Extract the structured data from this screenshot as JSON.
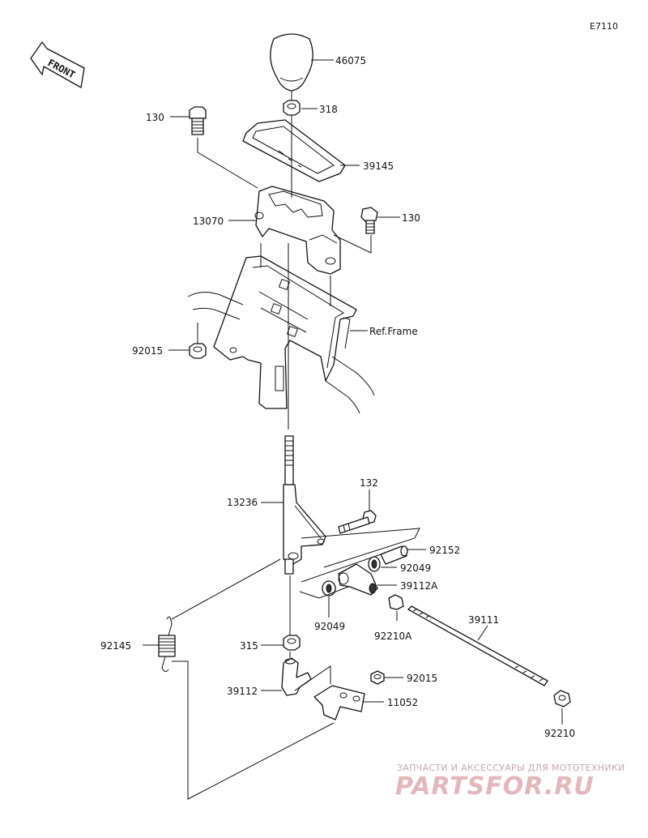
{
  "diagram_code": "E7110",
  "front_label": "FRONT",
  "ref_frame_label": "Ref.Frame",
  "parts": [
    {
      "id": "p46075",
      "number": "46075"
    },
    {
      "id": "p318",
      "number": "318"
    },
    {
      "id": "p130a",
      "number": "130"
    },
    {
      "id": "p39145",
      "number": "39145"
    },
    {
      "id": "p130b",
      "number": "130"
    },
    {
      "id": "p13070",
      "number": "13070"
    },
    {
      "id": "p92015a",
      "number": "92015"
    },
    {
      "id": "p132",
      "number": "132"
    },
    {
      "id": "p13236",
      "number": "13236"
    },
    {
      "id": "p92152",
      "number": "92152"
    },
    {
      "id": "p92049a",
      "number": "92049"
    },
    {
      "id": "p39112A",
      "number": "39112A"
    },
    {
      "id": "p92049b",
      "number": "92049"
    },
    {
      "id": "p92210A",
      "number": "92210A"
    },
    {
      "id": "p39111",
      "number": "39111"
    },
    {
      "id": "p92145",
      "number": "92145"
    },
    {
      "id": "p315",
      "number": "315"
    },
    {
      "id": "p92015b",
      "number": "92015"
    },
    {
      "id": "p39112",
      "number": "39112"
    },
    {
      "id": "p11052",
      "number": "11052"
    },
    {
      "id": "p92210",
      "number": "92210"
    }
  ],
  "watermark": {
    "tagline": "ЗАПЧАСТИ И АКСЕССУАРЫ ДЛЯ МОТОТЕХНИКИ",
    "brand": "PARTSFOR.RU"
  }
}
